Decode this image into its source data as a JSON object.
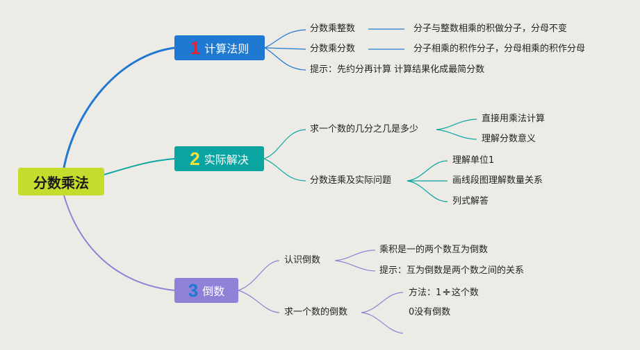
{
  "root": "分数乘法",
  "branches": [
    {
      "number": "1",
      "number_color": "#e0243c",
      "label": "计算法则",
      "color": "#1f78d1",
      "items": [
        {
          "label": "分数乘整数",
          "detail": "分子与整数相乘的积做分子，分母不变"
        },
        {
          "label": "分数乘分数",
          "detail": "分子相乘的积作分子，分母相乘的积作分母"
        },
        {
          "label": "提示：先约分再计算 计算结果化成最简分数"
        }
      ]
    },
    {
      "number": "2",
      "number_color": "#f5e13c",
      "label": "实际解决",
      "color": "#0aa5a0",
      "items": [
        {
          "label": "求一个数的几分之几是多少",
          "children": [
            "直接用乘法计算",
            "理解分数意义"
          ]
        },
        {
          "label": "分数连乘及实际问题",
          "children": [
            "理解单位1",
            "画线段图理解数量关系",
            "列式解答"
          ]
        }
      ]
    },
    {
      "number": "3",
      "number_color": "#1f78d1",
      "label": "倒数",
      "color": "#9080d6",
      "items": [
        {
          "label": "认识倒数",
          "children": [
            "乘积是一的两个数互为倒数",
            "提示：互为倒数是两个数之间的关系"
          ]
        },
        {
          "label": "求一个数的倒数",
          "children": [
            {
              "prefix": "方法：1",
              "symbol": "÷",
              "suffix": "这个数"
            },
            "0没有倒数"
          ]
        }
      ]
    }
  ]
}
